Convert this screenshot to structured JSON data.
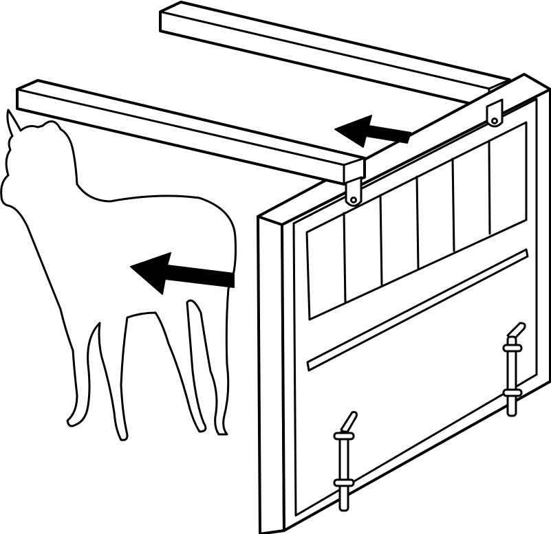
{
  "diagram": {
    "style": "black-and-white line illustration",
    "colors": {
      "stroke": "#000000",
      "fill": "#ffffff",
      "arrow": "#000000"
    },
    "elements": [
      "goat-silhouette",
      "rear-beam",
      "front-beam",
      "crate-gate",
      "upper-arrow-icon",
      "lower-arrow-icon",
      "latch-bolt-left",
      "latch-bolt-right"
    ]
  }
}
